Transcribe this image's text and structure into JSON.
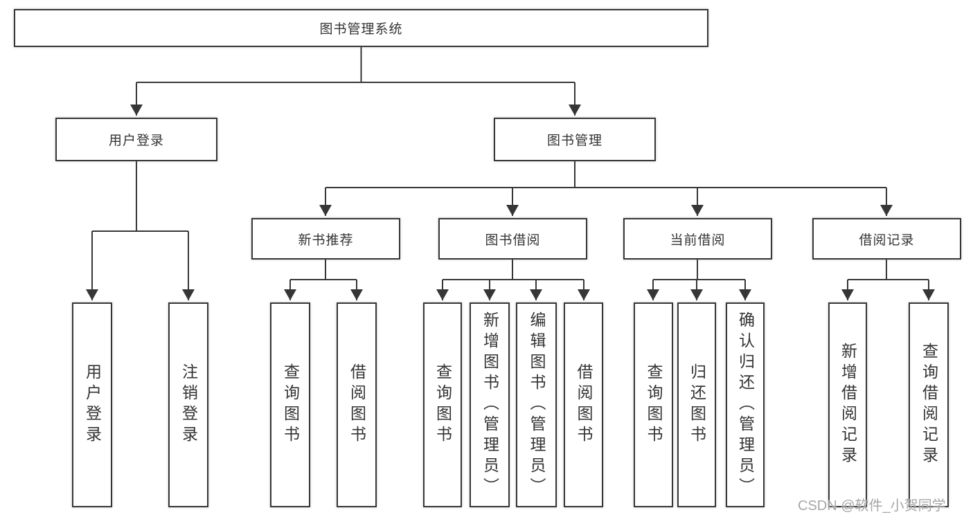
{
  "diagram_type": "hierarchy-tree",
  "tree": {
    "label": "图书管理系统",
    "children": [
      {
        "label": "用户登录",
        "children": [
          {
            "label": "用户登录"
          },
          {
            "label": "注销登录"
          }
        ]
      },
      {
        "label": "图书管理",
        "children": [
          {
            "label": "新书推荐",
            "children": [
              {
                "label": "查询图书"
              },
              {
                "label": "借阅图书"
              }
            ]
          },
          {
            "label": "图书借阅",
            "children": [
              {
                "label": "查询图书"
              },
              {
                "label": "新增图书（管理员）"
              },
              {
                "label": "编辑图书（管理员）"
              },
              {
                "label": "借阅图书"
              }
            ]
          },
          {
            "label": "当前借阅",
            "children": [
              {
                "label": "查询图书"
              },
              {
                "label": "归还图书"
              },
              {
                "label": "确认归还（管理员）"
              }
            ]
          },
          {
            "label": "借阅记录",
            "children": [
              {
                "label": "新增借阅记录"
              },
              {
                "label": "查询借阅记录"
              }
            ]
          }
        ]
      }
    ]
  },
  "watermark": "CSDN @软件_小贺同学",
  "colors": {
    "line": "#363636",
    "text": "#333333",
    "box_background": "#ffffff",
    "page_background": "#ffffff",
    "watermark": "#969696"
  }
}
